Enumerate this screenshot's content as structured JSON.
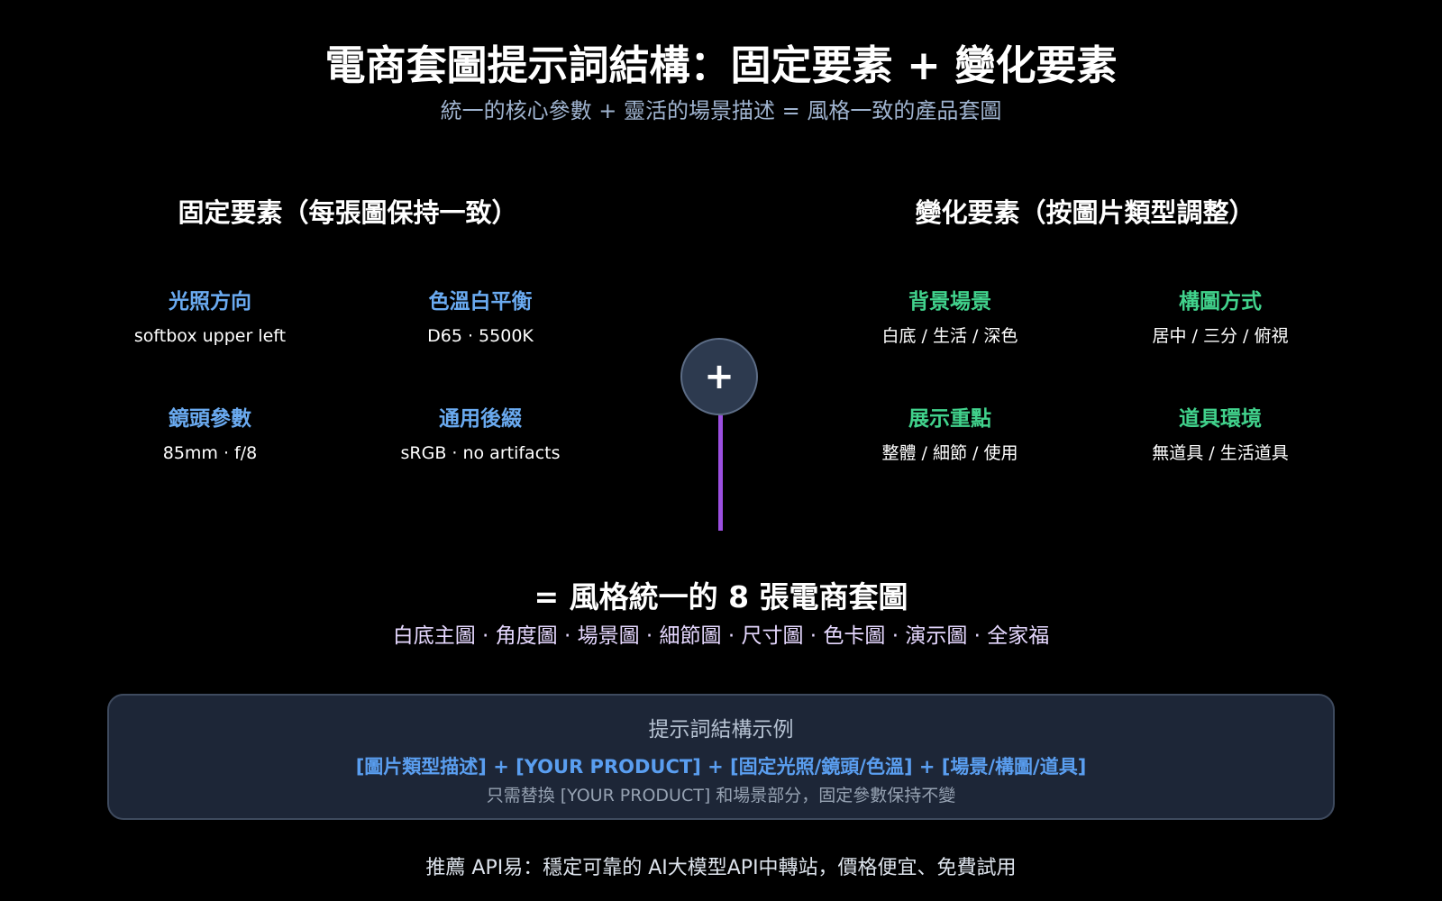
{
  "header": {
    "title": "電商套圖提示詞結構：固定要素 + 變化要素",
    "subtitle": "統一的核心參數 + 靈活的場景描述 = 風格一致的產品套圖"
  },
  "fixed": {
    "heading": "固定要素（每張圖保持一致）",
    "items": [
      {
        "label": "光照方向",
        "value": "softbox upper left"
      },
      {
        "label": "色溫白平衡",
        "value": "D65 · 5500K"
      },
      {
        "label": "鏡頭參數",
        "value": "85mm · f/8"
      },
      {
        "label": "通用後綴",
        "value": "sRGB · no artifacts"
      }
    ]
  },
  "connector": {
    "symbol": "+"
  },
  "variable": {
    "heading": "變化要素（按圖片類型調整）",
    "items": [
      {
        "label": "背景場景",
        "value": "白底 / 生活 / 深色"
      },
      {
        "label": "構圖方式",
        "value": "居中 / 三分 / 俯視"
      },
      {
        "label": "展示重點",
        "value": "整體 / 細節 / 使用"
      },
      {
        "label": "道具環境",
        "value": "無道具 / 生活道具"
      }
    ]
  },
  "result": {
    "title": "= 風格統一的 8 張電商套圖",
    "list": "白底主圖 · 角度圖 · 場景圖 · 細節圖 · 尺寸圖 · 色卡圖 · 演示圖 · 全家福"
  },
  "example": {
    "heading": "提示詞結構示例",
    "formula": "[圖片類型描述] + [YOUR PRODUCT] + [固定光照/鏡頭/色溫] + [場景/構圖/道具]",
    "note": "只需替換 [YOUR PRODUCT] 和場景部分，固定參數保持不變"
  },
  "footer": {
    "text": "推薦 API易：穩定可靠的 AI大模型API中轉站，價格便宜、免費試用"
  },
  "colors": {
    "fixed_label": "#6aaaf0",
    "variable_label": "#41d28c",
    "connector_line": "#9b4fe0",
    "formula": "#5a9ef0"
  }
}
